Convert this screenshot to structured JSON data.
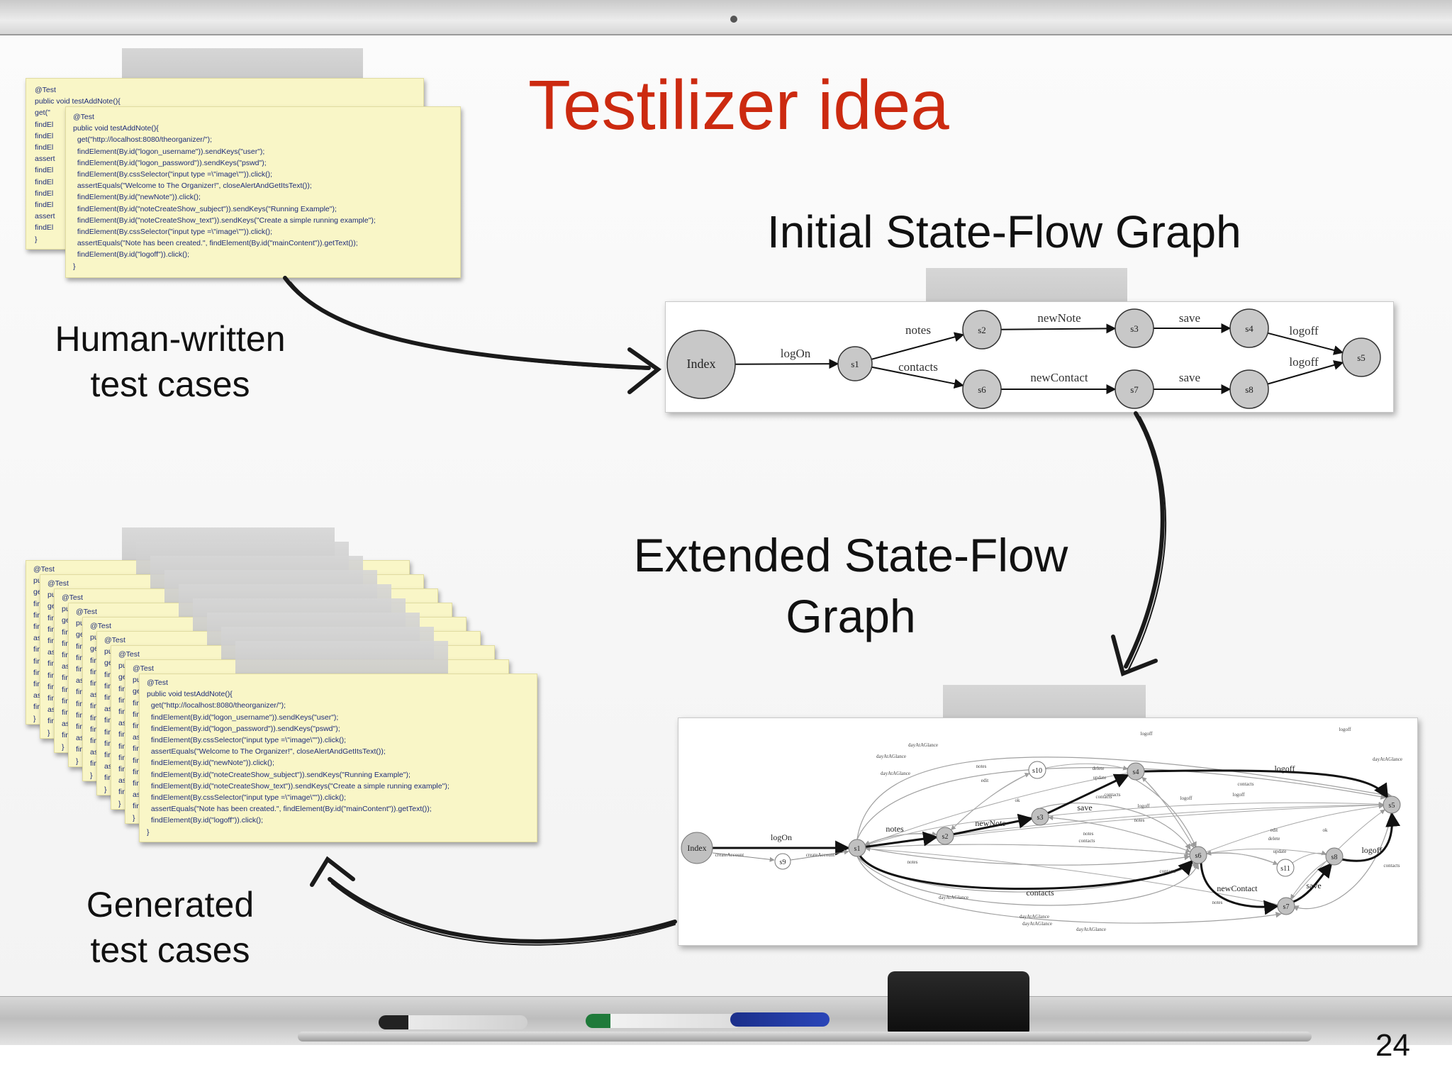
{
  "slide": {
    "title": "Testilizer idea",
    "page_number": "24",
    "human_label": [
      "Human-written",
      "test cases"
    ],
    "initial_label": "Initial State-Flow Graph",
    "extended_label": [
      "Extended State-Flow",
      "Graph"
    ],
    "generated_label": [
      "Generated",
      "test cases"
    ]
  },
  "code": {
    "annotation": "@Test",
    "lines": [
      "public void testAddNote(){",
      "  get(\"http://localhost:8080/theorganizer/\");",
      "  findElement(By.id(\"logon_username\")).sendKeys(\"user\");",
      "  findElement(By.id(\"logon_password\")).sendKeys(\"pswd\");",
      "  findElement(By.cssSelector(\"input type =\\\"image\\\"\")).click();",
      "  assertEquals(\"Welcome to The Organizer!\", closeAlertAndGetItsText());",
      "  findElement(By.id(\"newNote\")).click();",
      "  findElement(By.id(\"noteCreateShow_subject\")).sendKeys(\"Running Example\");",
      "  findElement(By.id(\"noteCreateShow_text\")).sendKeys(\"Create a simple running example\");",
      "  findElement(By.cssSelector(\"input type =\\\"image\\\"\")).click();",
      "  assertEquals(\"Note has been created.\", findElement(By.id(\"mainContent\")).getText());",
      "  findElement(By.id(\"logoff\")).click();",
      "}"
    ],
    "back_fragments": [
      "public void testAddNote(){",
      "get(\"",
      "findEl",
      "findEl",
      "findEl",
      "assert",
      "findEl",
      "findEl",
      "findEl",
      "findEl",
      "assert",
      "findEl",
      "}"
    ]
  },
  "initial_graph": {
    "nodes": [
      "Index",
      "s1",
      "s2",
      "s3",
      "s4",
      "s5",
      "s6",
      "s7",
      "s8"
    ],
    "edges": [
      {
        "from": "Index",
        "to": "s1",
        "label": "logOn"
      },
      {
        "from": "s1",
        "to": "s2",
        "label": "notes"
      },
      {
        "from": "s1",
        "to": "s6",
        "label": "contacts"
      },
      {
        "from": "s2",
        "to": "s3",
        "label": "newNote"
      },
      {
        "from": "s3",
        "to": "s4",
        "label": "save"
      },
      {
        "from": "s4",
        "to": "s5",
        "label": "logoff"
      },
      {
        "from": "s6",
        "to": "s7",
        "label": "newContact"
      },
      {
        "from": "s7",
        "to": "s8",
        "label": "save"
      },
      {
        "from": "s8",
        "to": "s5",
        "label": "logoff"
      }
    ]
  },
  "extended_graph": {
    "nodes": [
      "Index",
      "s1",
      "s2",
      "s3",
      "s4",
      "s5",
      "s6",
      "s7",
      "s8",
      "s9",
      "s10",
      "s11"
    ],
    "bold_labels": [
      "logOn",
      "notes",
      "newNote",
      "save",
      "logoff",
      "contacts",
      "newContact",
      "save",
      "logoff"
    ],
    "small_labels": [
      "createAccount",
      "createAccount",
      "logoff",
      "dayAtAGlance",
      "dayAtAGlance",
      "dayAtAGlance",
      "dayAtAGlance",
      "notes",
      "edit",
      "notes",
      "ok",
      "delete",
      "update",
      "contacts",
      "contacts",
      "logoff",
      "notes",
      "contacts",
      "logoff",
      "logoff",
      "ok",
      "notes",
      "contacts",
      "contacts",
      "edit",
      "delete",
      "update",
      "notes",
      "dayAtAGlance",
      "dayAtAGlance",
      "dayAtAGlance",
      "dayAtAGlance",
      "logoff",
      "logoff",
      "contacts"
    ]
  }
}
